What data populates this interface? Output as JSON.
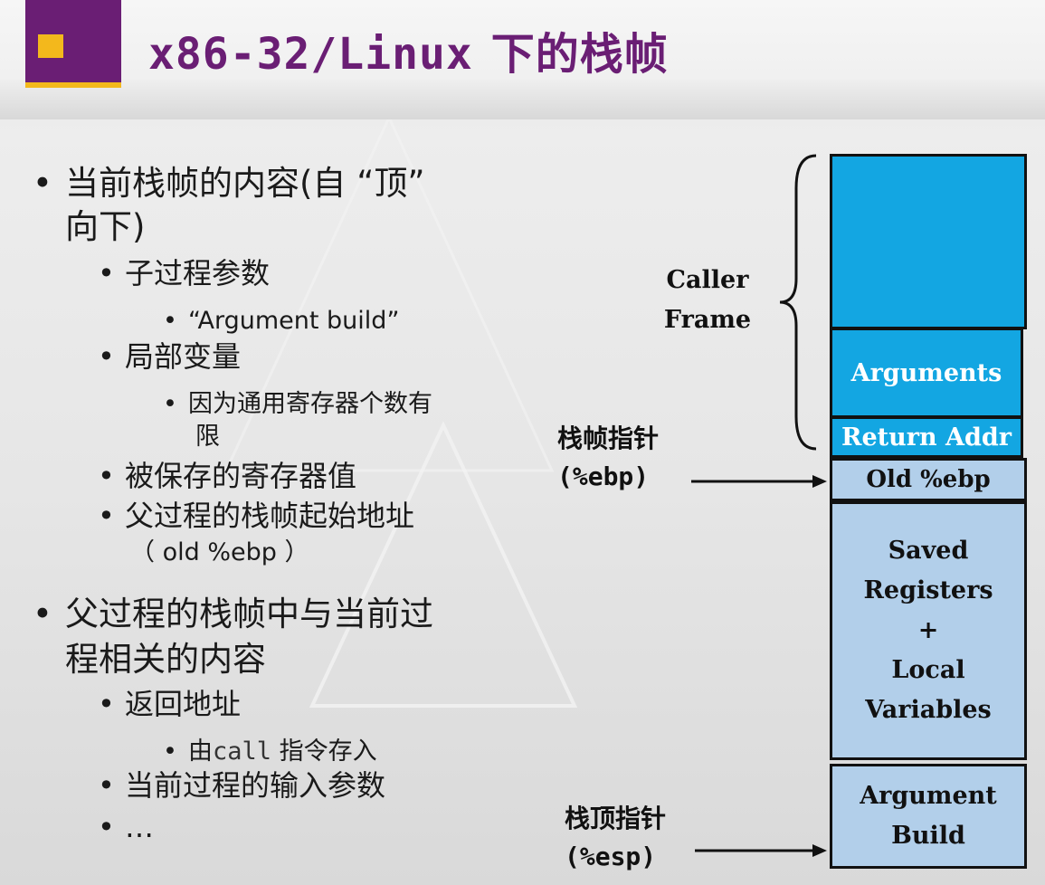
{
  "title": {
    "mono": "x86-32/Linux",
    "cjk": "下的栈帧"
  },
  "bullets": {
    "b1_line1": "当前栈帧的内容(自 “顶”",
    "b1_line2": "向下)",
    "b1_sub1": "子过程参数",
    "b1_sub1_detail": "“Argument build”",
    "b1_sub2": "局部变量",
    "b1_sub2_detail_line1": "因为通用寄存器个数有",
    "b1_sub2_detail_line2": "限",
    "b1_sub3": "被保存的寄存器值",
    "b1_sub4_line1": "父过程的栈帧起始地址",
    "b1_sub4_line2": "（ old %ebp ）",
    "b2_line1": "父过程的栈帧中与当前过",
    "b2_line2": "程相关的内容",
    "b2_sub1": "返回地址",
    "b2_sub1_detail_pre": "由",
    "b2_sub1_detail_code": "call",
    "b2_sub1_detail_post": " 指令存入",
    "b2_sub2": "当前过程的输入参数",
    "b2_sub3": "…"
  },
  "diagram": {
    "caller_frame_line1": "Caller",
    "caller_frame_line2": "Frame",
    "arguments": "Arguments",
    "return_addr": "Return Addr",
    "old_ebp": "Old %ebp",
    "saved_line1": "Saved",
    "saved_line2": "Registers",
    "saved_line3": "+",
    "saved_line4": "Local",
    "saved_line5": "Variables",
    "argbuild_line1": "Argument",
    "argbuild_line2": "Build",
    "ebp_label_line1": "栈帧指针",
    "ebp_label_line2": "(%ebp)",
    "esp_label_line1": "栈顶指针",
    "esp_label_line2": "(%esp)",
    "colors": {
      "caller_blue": "#13a6e2",
      "frame_light": "#b2cfea",
      "accent_purple": "#6a1e74",
      "accent_gold": "#f3b81c"
    }
  }
}
